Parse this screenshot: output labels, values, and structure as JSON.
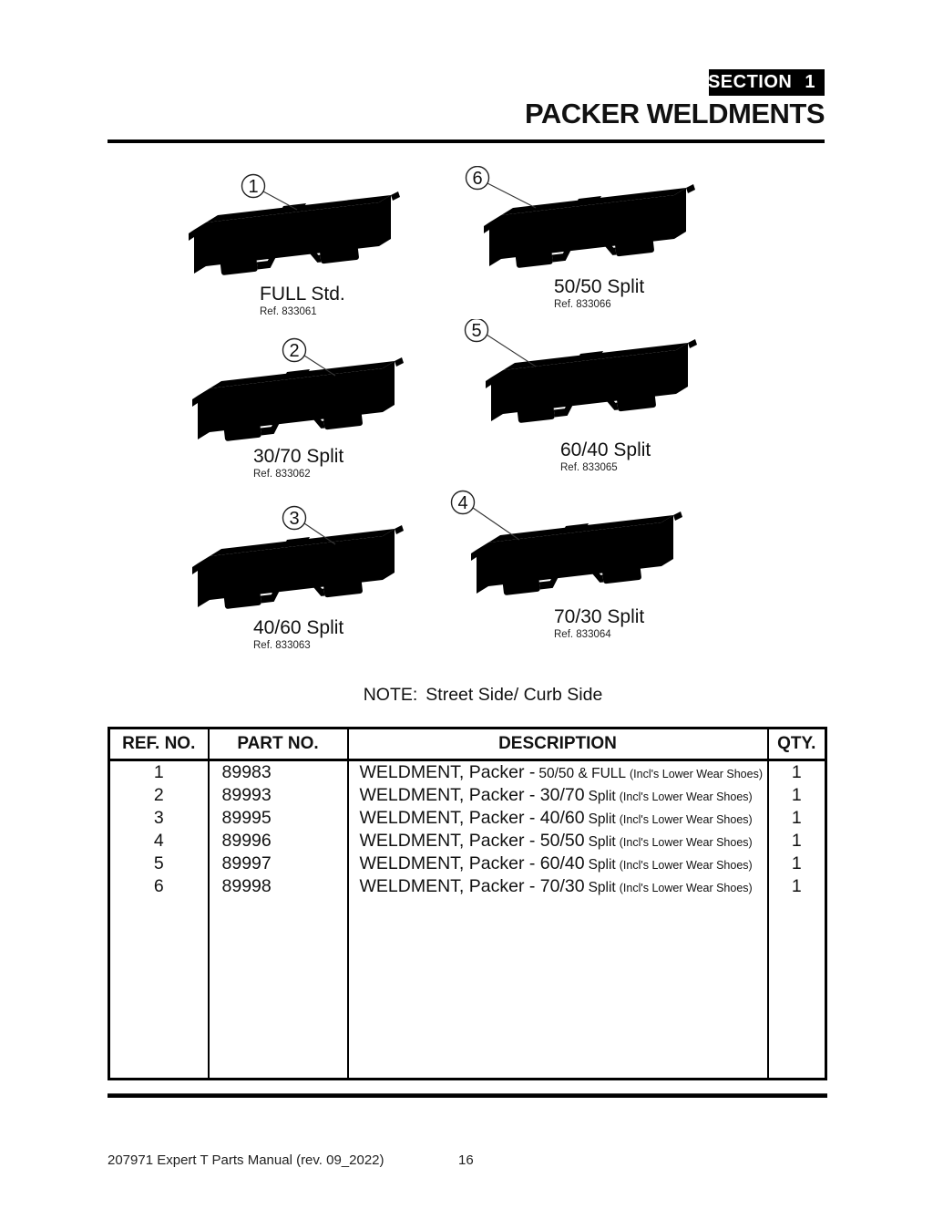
{
  "header": {
    "section_label": "SECTION",
    "section_number": "1",
    "title": "PACKER WELDMENTS"
  },
  "figures": [
    {
      "callout": "1",
      "label": "FULL Std.",
      "ref": "Ref. 833061"
    },
    {
      "callout": "6",
      "label": "50/50 Split",
      "ref": "Ref. 833066"
    },
    {
      "callout": "2",
      "label": "30/70 Split",
      "ref": "Ref. 833062"
    },
    {
      "callout": "5",
      "label": "60/40 Split",
      "ref": "Ref. 833065"
    },
    {
      "callout": "3",
      "label": "40/60 Split",
      "ref": "Ref. 833063"
    },
    {
      "callout": "4",
      "label": "70/30 Split",
      "ref": "Ref. 833064"
    }
  ],
  "note": {
    "label": "NOTE:",
    "text": "Street Side/ Curb Side"
  },
  "table": {
    "headers": [
      "REF. NO.",
      "PART NO.",
      "DESCRIPTION",
      "QTY."
    ],
    "rows": [
      {
        "ref": "1",
        "part": "89983",
        "desc_main": "WELDMENT, Packer -",
        "desc_mid": "50/50 & FULL",
        "desc_small": "(Incl's Lower Wear Shoes)",
        "qty": "1"
      },
      {
        "ref": "2",
        "part": "89993",
        "desc_main": "WELDMENT, Packer - 30/70",
        "desc_mid": "Split",
        "desc_small": "(Incl's Lower Wear Shoes)",
        "qty": "1"
      },
      {
        "ref": "3",
        "part": "89995",
        "desc_main": "WELDMENT, Packer - 40/60",
        "desc_mid": "Split",
        "desc_small": "(Incl's Lower Wear Shoes)",
        "qty": "1"
      },
      {
        "ref": "4",
        "part": "89996",
        "desc_main": "WELDMENT, Packer - 50/50",
        "desc_mid": "Split",
        "desc_small": "(Incl's Lower Wear Shoes)",
        "qty": "1"
      },
      {
        "ref": "5",
        "part": "89997",
        "desc_main": "WELDMENT, Packer - 60/40",
        "desc_mid": "Split",
        "desc_small": "(Incl's Lower Wear Shoes)",
        "qty": "1"
      },
      {
        "ref": "6",
        "part": "89998",
        "desc_main": "WELDMENT, Packer - 70/30",
        "desc_mid": "Split",
        "desc_small": "(Incl's Lower Wear Shoes)",
        "qty": "1"
      }
    ]
  },
  "footer": {
    "manual": "207971 Expert T Parts Manual (rev. 09_2022)",
    "page": "16"
  }
}
